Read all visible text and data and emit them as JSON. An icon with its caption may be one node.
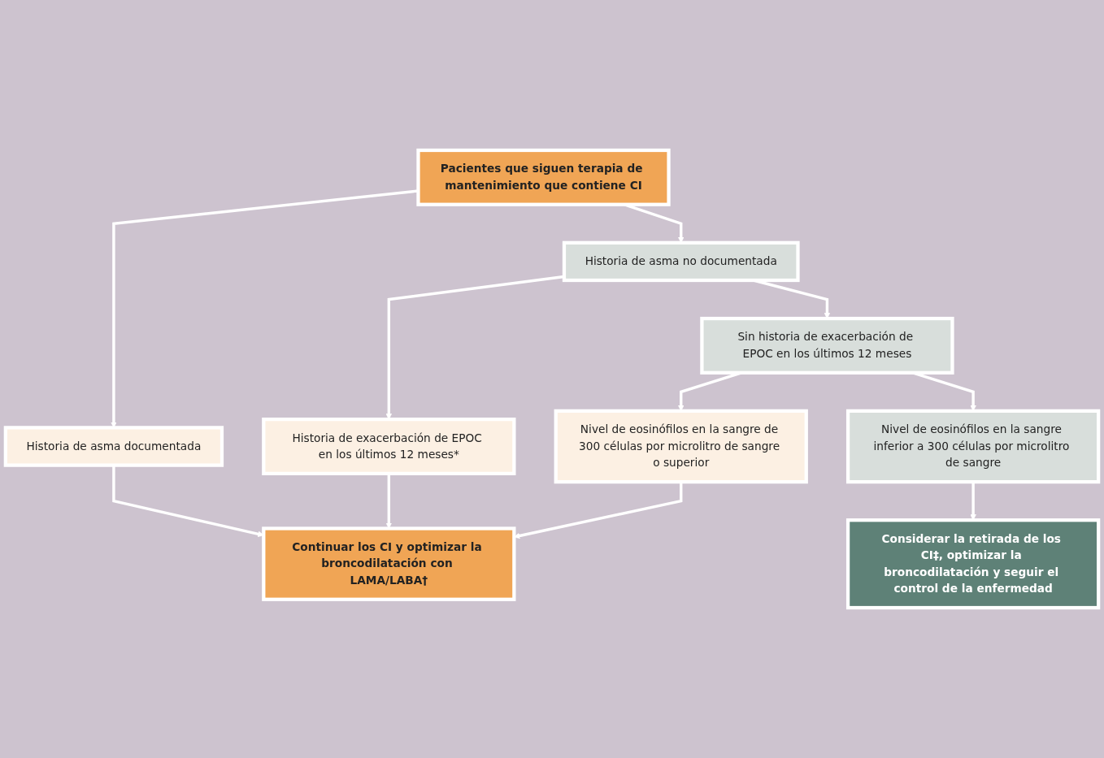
{
  "diagram": {
    "nodes": [
      {
        "text": [
          "Pacientes que siguen terapia de mantenimiento que contiene CI"
        ]
      },
      {
        "text": [
          "Historia de asma documentada"
        ]
      },
      {
        "text": [
          "Historia de asma no documentada"
        ]
      },
      {
        "text": [
          "Historia de exacerbación de EPOC en los últimos 12 meses*"
        ]
      },
      {
        "text": [
          "Sin historia de exacerbación de EPOC en los últimos 12 meses"
        ]
      },
      {
        "text": [
          "Nivel de eosinófilos en la sangre de 300 células por microlitro de sangre o superior"
        ]
      },
      {
        "text": [
          "Nivel de eosinófilos en la sangre inferior a 300 células por microlitro de sangre"
        ]
      },
      {
        "text": [
          "Continuar los CI y optimizar la broncodilatación con LAMA/LABA†"
        ]
      },
      {
        "text": [
          "Considerar la retirada de los CI‡, optimizar la broncodilatación y seguir el control de la enfermedad"
        ]
      }
    ],
    "edges": [
      {
        "from": 0,
        "to": 1,
        "arrow": "to"
      },
      {
        "from": 0,
        "to": 2,
        "arrow": "to"
      },
      {
        "from": 1,
        "to": 7,
        "arrow": "to"
      },
      {
        "from": 2,
        "to": 3,
        "arrow": "to"
      },
      {
        "from": 2,
        "to": 4,
        "arrow": "to"
      },
      {
        "from": 3,
        "to": 7,
        "arrow": "to"
      },
      {
        "from": 4,
        "to": 5,
        "arrow": "to"
      },
      {
        "from": 4,
        "to": 6,
        "arrow": "to"
      },
      {
        "from": 5,
        "to": 7,
        "arrow": "to"
      },
      {
        "from": 6,
        "to": 8,
        "arrow": "to"
      }
    ]
  }
}
